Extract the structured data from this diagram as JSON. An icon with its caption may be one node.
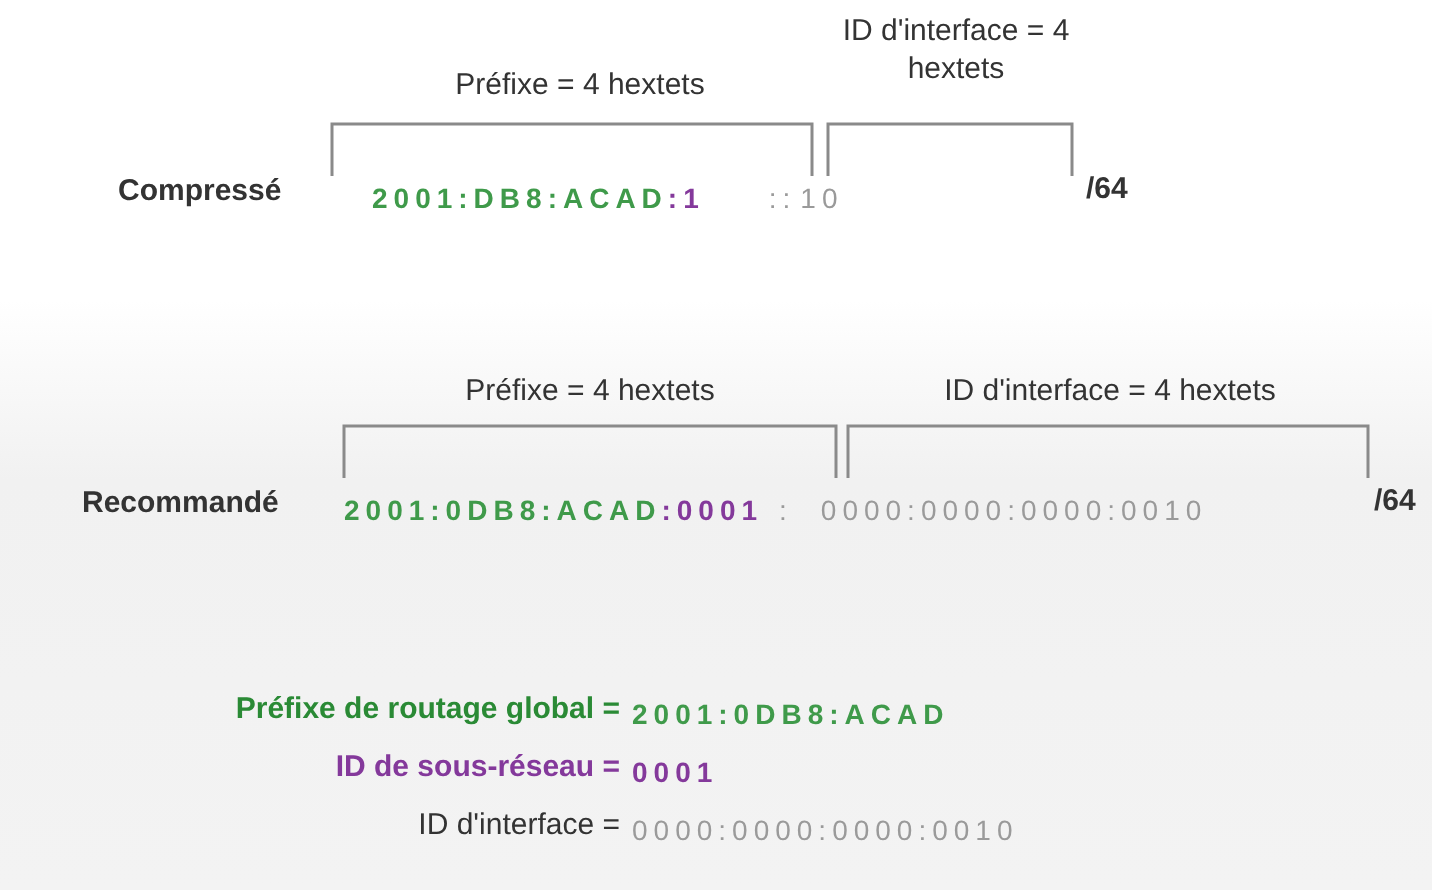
{
  "diagram": {
    "labels": [
      "ID d'interface = 4 hextets",
      "Préfixe = 4 hextets",
      "Compressé",
      "2001:DB8:ACAD",
      ":1",
      "::",
      "10",
      "/64",
      "Préfixe = 4 hextets",
      "ID d'interface = 4 hextets",
      "Recommandé",
      "2001:0DB8:ACAD",
      ":0001",
      ":",
      "0000:0000:0000:0010",
      "/64",
      "Préfixe de routage global =",
      "2001:0DB8:ACAD",
      "ID de sous-réseau =",
      "0001",
      "ID d'interface =",
      "0000:0000:0000:0010"
    ]
  }
}
